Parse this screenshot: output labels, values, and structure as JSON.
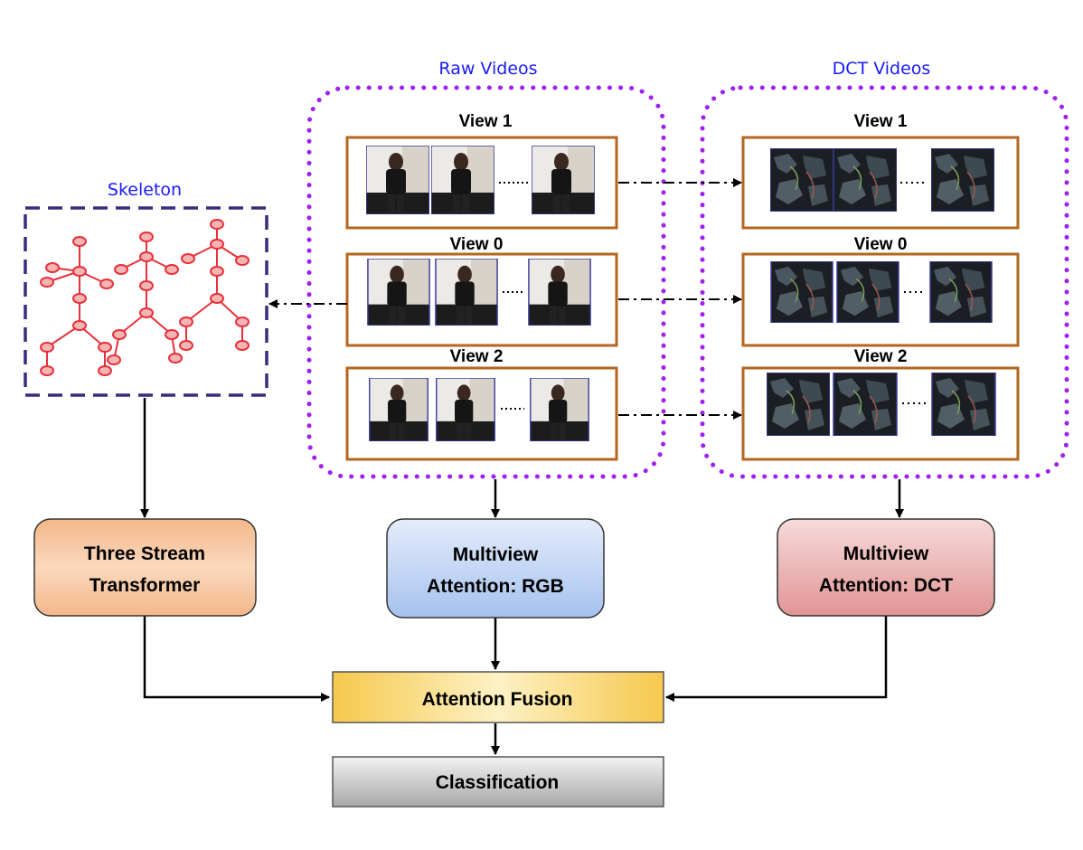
{
  "groups": {
    "skeleton": "Skeleton",
    "raw": "Raw Videos",
    "dct": "DCT Videos"
  },
  "raw_views": [
    {
      "label": "View 1"
    },
    {
      "label": "View 0"
    },
    {
      "label": "View 2"
    }
  ],
  "dct_views": [
    {
      "label": "View 1"
    },
    {
      "label": "View 0"
    },
    {
      "label": "View 2"
    }
  ],
  "blocks": {
    "three_stream": [
      "Three Stream",
      "Transformer"
    ],
    "mv_rgb": [
      "Multiview",
      "Attention: RGB"
    ],
    "mv_dct": [
      "Multiview",
      "Attention: DCT"
    ],
    "fusion": "Attention Fusion",
    "classification": "Classification"
  },
  "colors": {
    "group_label": "#1a1aff",
    "dotted_border": "#a020f0",
    "skeleton_border": "#3a2c7a",
    "skeleton_lines": "#e8303a",
    "view_frame": "#b5651d",
    "three_stream_fill": "#f5c8a0",
    "rgb_fill": "#b8cdf0",
    "dct_fill": "#e8a0a0",
    "fusion_fill": "#f5cc4a",
    "classification_fill": "#c8c8c8"
  }
}
